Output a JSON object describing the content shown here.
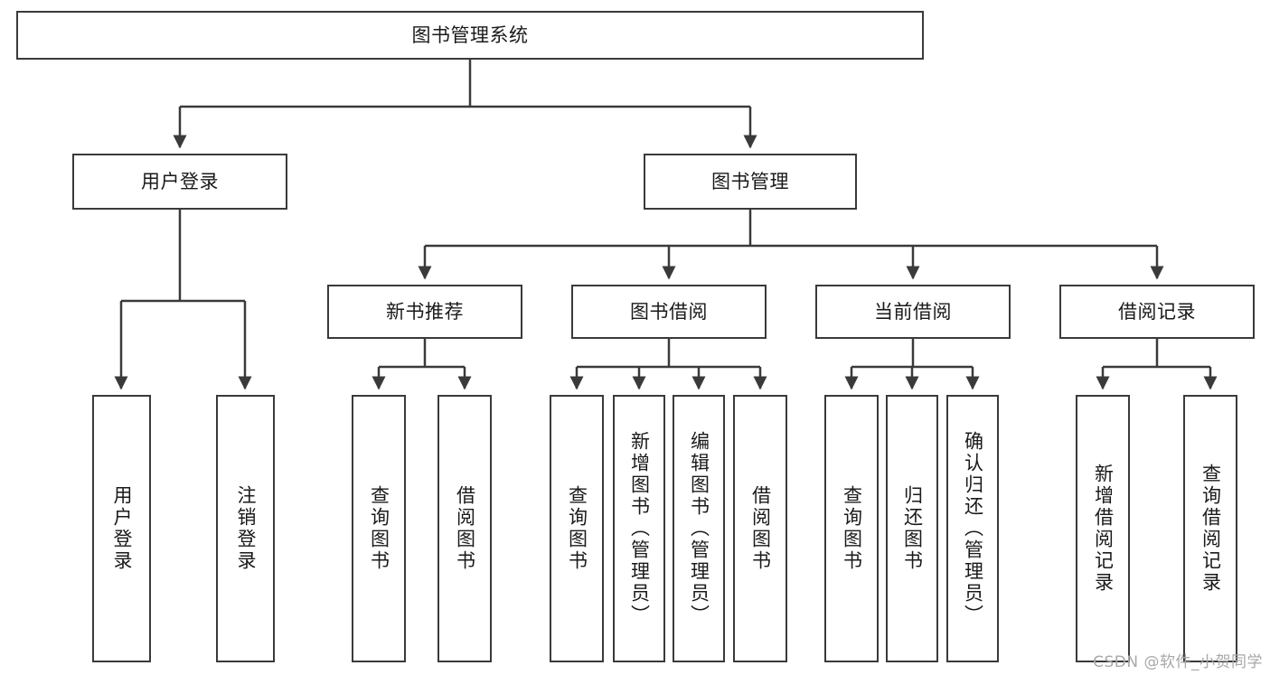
{
  "diagram": {
    "title": "图书管理系统",
    "type": "hierarchy-tree",
    "orientation": "top-down",
    "style": {
      "box_border_color": "#3a3a3a",
      "box_fill_color": "#ffffff",
      "connector_color": "#3a3a3a",
      "text_color": "#1a1a1a",
      "background": "#ffffff"
    },
    "nodes": {
      "root": {
        "label": "图书管理系统"
      },
      "level2": [
        {
          "id": "user-login",
          "label": "用户登录"
        },
        {
          "id": "book-manage",
          "label": "图书管理"
        }
      ],
      "level3": [
        {
          "id": "new-book-recommend",
          "label": "新书推荐"
        },
        {
          "id": "book-borrow",
          "label": "图书借阅"
        },
        {
          "id": "current-borrow",
          "label": "当前借阅"
        },
        {
          "id": "borrow-record",
          "label": "借阅记录"
        }
      ],
      "leaves": {
        "user-login": [
          {
            "id": "leaf-user-login",
            "label": "用户登录"
          },
          {
            "id": "leaf-user-logout",
            "label": "注销登录"
          }
        ],
        "new-book-recommend": [
          {
            "id": "leaf-query-book-1",
            "label": "查询图书"
          },
          {
            "id": "leaf-borrow-book-1",
            "label": "借阅图书"
          }
        ],
        "book-borrow": [
          {
            "id": "leaf-query-book-2",
            "label": "查询图书"
          },
          {
            "id": "leaf-add-book",
            "label": "新增图书（管理员）"
          },
          {
            "id": "leaf-edit-book",
            "label": "编辑图书（管理员）"
          },
          {
            "id": "leaf-borrow-book-2",
            "label": "借阅图书"
          }
        ],
        "current-borrow": [
          {
            "id": "leaf-query-book-3",
            "label": "查询图书"
          },
          {
            "id": "leaf-return-book",
            "label": "归还图书"
          },
          {
            "id": "leaf-confirm-return",
            "label": "确认归还（管理员）"
          }
        ],
        "borrow-record": [
          {
            "id": "leaf-add-record",
            "label": "新增借阅记录"
          },
          {
            "id": "leaf-query-record",
            "label": "查询借阅记录"
          }
        ]
      }
    }
  },
  "watermark": {
    "text": "CSDN @软件_小贺同学"
  }
}
